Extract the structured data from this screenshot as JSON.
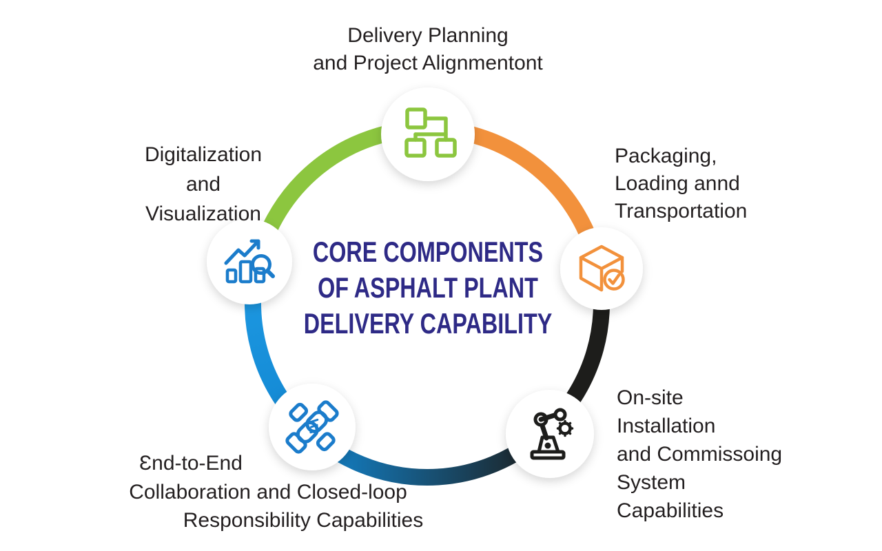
{
  "title": {
    "lines": [
      "CORE COMPONENTS",
      "OF ASPHALT PLANT",
      "DELIVERY CAPABILITY"
    ]
  },
  "nodes": {
    "delivery_planning": {
      "label_lines": [
        "Delivery Planning",
        "and Project Alignmentont"
      ],
      "icon": "sitemap-icon"
    },
    "packaging": {
      "label_lines": [
        "Packaging,",
        "Loading annd",
        "Transportation"
      ],
      "icon": "package-check-icon"
    },
    "onsite": {
      "label_lines": [
        "On-site",
        "Installation",
        "and Commissoing",
        "System",
        "Capabilities"
      ],
      "icon": "robot-arm-icon"
    },
    "end_to_end": {
      "label_lines": [
        "Ɛnd-to-End",
        "Collaboration and Closed-loop",
        "Responsibility Capabilities"
      ],
      "icon": "handshake-icon"
    },
    "digitalization": {
      "label_lines": [
        "Digitalization",
        "and",
        "Visualization"
      ],
      "icon": "analytics-magnifier-icon"
    }
  },
  "colors": {
    "green": "#8CC63F",
    "orange": "#F2913C",
    "dark": "#1D1D1B",
    "ring_blue": "#1E9AE3",
    "ring_blue_deep": "#1287D2",
    "icon_blue": "#1B7CCB",
    "title": "#2E2A86",
    "text": "#231F20",
    "circle_fill": "#FFFFFF"
  }
}
